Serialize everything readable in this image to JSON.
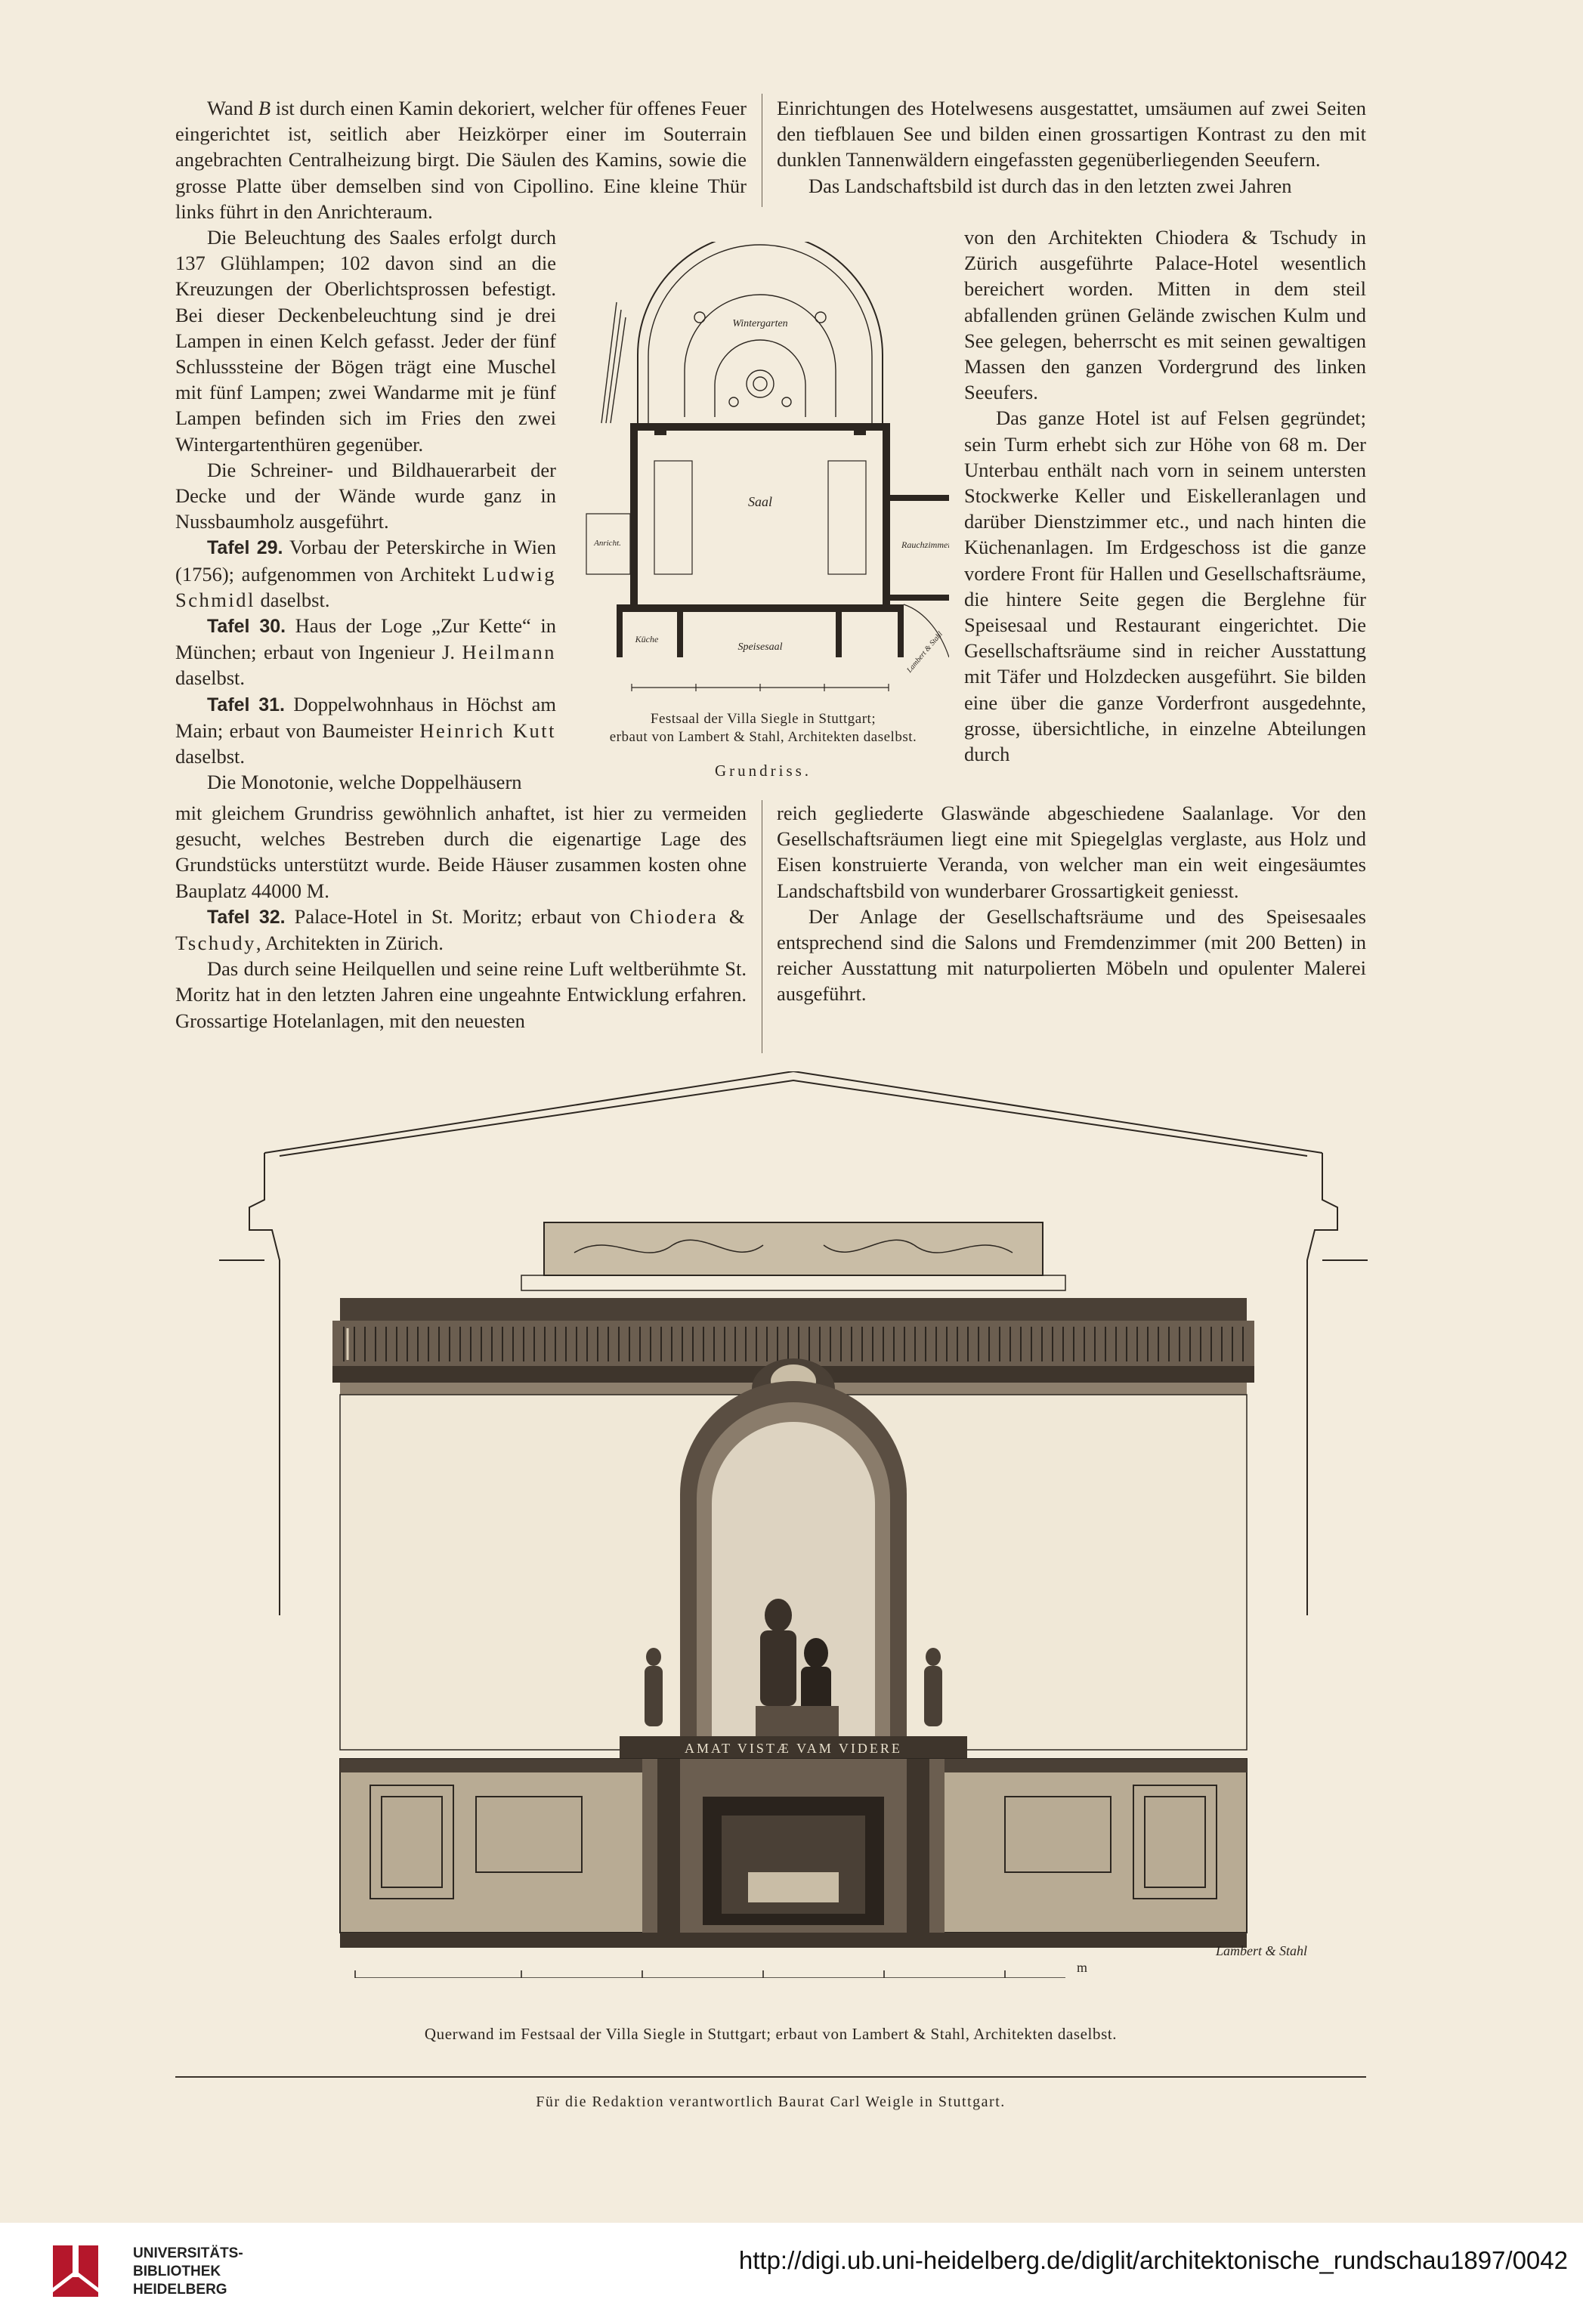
{
  "columns": {
    "left_top": [
      "Wand B ist durch einen Kamin dekoriert, welcher für offenes Feuer eingerichtet ist, seitlich aber Heizkörper einer im Souterrain angebrachten Centralheizung birgt. Die Säulen des Kamins, sowie die grosse Platte über demselben sind von Cipollino. Eine kleine Thür links führt in den Anrichteraum."
    ],
    "left_mid": {
      "p1": "Die Beleuchtung des Saales erfolgt durch 137 Glühlampen; 102 davon sind an die Kreuzungen der Oberlichtsprossen befestigt. Bei dieser Deckenbeleuchtung sind je drei Lampen in einen Kelch gefasst. Jeder der fünf Schlusssteine der Bögen trägt eine Muschel mit fünf Lampen; zwei Wandarme mit je fünf Lampen befinden sich im Fries den zwei Wintergartenthüren gegenüber.",
      "p2": "Die Schreiner- und Bildhauerarbeit der Decke und der Wände wurde ganz in Nussbaumholz ausgeführt.",
      "t29_label": "Tafel 29.",
      "t29_text": " Vorbau der Peterskirche in Wien (1756); aufgenommen von Architekt ",
      "t29_name": "Ludwig Schmidl",
      "t29_end": " daselbst.",
      "t30_label": "Tafel 30.",
      "t30_text": " Haus der Loge „Zur Kette“ in München; erbaut von Ingenieur J. ",
      "t30_name": "Heilmann",
      "t30_end": " daselbst.",
      "t31_label": "Tafel 31.",
      "t31_text": " Doppelwohnhaus in Höchst am Main; erbaut von Baumeister ",
      "t31_name": "Heinrich Kutt",
      "t31_end": " daselbst.",
      "p3": "Die Monotonie, welche Doppelhäusern"
    },
    "left_bot": {
      "p1": "mit gleichem Grundriss gewöhnlich anhaftet, ist hier zu vermeiden gesucht, welches Bestreben durch die eigenartige Lage des Grundstücks unterstützt wurde. Beide Häuser zusammen kosten ohne Bauplatz 44000 M.",
      "t32_label": "Tafel 32.",
      "t32_text": " Palace-Hotel in St. Moritz; erbaut von ",
      "t32_name": "Chiodera & Tschudy",
      "t32_end": ", Architekten in Zürich.",
      "p2": "Das durch seine Heilquellen und seine reine Luft weltberühmte St. Moritz hat in den letzten Jahren eine ungeahnte Entwicklung erfahren. Grossartige Hotelanlagen, mit den neuesten"
    },
    "right_top": {
      "p1": "Einrichtungen des Hotelwesens ausgestattet, umsäumen auf zwei Seiten den tiefblauen See und bilden einen grossartigen Kontrast zu den mit dunklen Tannenwäldern eingefassten gegenüberliegenden Seeufern.",
      "p2": "Das Landschaftsbild ist durch das in den letzten zwei Jahren"
    },
    "right_mid": {
      "p1": "von den Architekten Chiodera & Tschudy in Zürich ausgeführte Palace-Hotel wesentlich bereichert worden. Mitten in dem steil abfallenden grünen Gelände zwischen Kulm und See gelegen, beherrscht es mit seinen gewaltigen Massen den ganzen Vordergrund des linken Seeufers.",
      "p2": "Das ganze Hotel ist auf Felsen gegründet; sein Turm erhebt sich zur Höhe von 68 m. Der Unterbau enthält nach vorn in seinem untersten Stockwerke Keller und Eiskelleranlagen und darüber Dienstzimmer etc., und nach hinten die Küchenanlagen. Im Erdgeschoss ist die ganze vordere Front für Hallen und Gesellschaftsräume, die hintere Seite gegen die Berglehne für Speisesaal und Restaurant eingerichtet. Die Gesellschaftsräume sind in reicher Ausstattung mit Täfer und Holzdecken ausgeführt. Sie bilden eine über die ganze Vorderfront ausgedehnte, grosse, übersichtliche, in einzelne Abteilungen durch"
    },
    "right_bot": {
      "p1": "reich gegliederte Glaswände abgeschiedene Saalanlage. Vor den Gesellschaftsräumen liegt eine mit Spiegelglas verglaste, aus Holz und Eisen konstruierte Veranda, von welcher man ein weit eingesäumtes Landschaftsbild von wunderbarer Grossartigkeit geniesst.",
      "p2": "Der Anlage der Gesellschaftsräume und des Speisesaales entsprechend sind die Salons und Fremdenzimmer (mit 200 Betten) in reicher Ausstattung mit naturpolierten Möbeln und opulenter Malerei ausgeführt."
    }
  },
  "plan": {
    "caption_line1": "Festsaal der Villa Siegle in Stuttgart;",
    "caption_line2": "erbaut von Lambert & Stahl, Architekten daselbst.",
    "title": "Grundriss.",
    "room_saal": "Saal",
    "room_wintergarten": "Wintergarten",
    "room_speisesaal": "Speisesaal",
    "room_rauchzimmer": "Rauchzimmer",
    "room_kueche": "Küche",
    "room_anrichte": "Anricht.",
    "room_lambert": "Lambert & Stahl"
  },
  "elevation": {
    "caption": "Querwand im Festsaal der Villa Siegle in Stuttgart; erbaut von Lambert & Stahl, Architekten daselbst.",
    "mantel_inscription": "AMAT VISTÆ VAM VIDERE",
    "signature": "Lambert & Stahl",
    "scale_unit": "m"
  },
  "footer": "Für die Redaktion verantwortlich Baurat Carl Weigle in Stuttgart.",
  "library": {
    "line1": "UNIVERSITÄTS-",
    "line2": "BIBLIOTHEK",
    "line3": "HEIDELBERG",
    "url": "http://digi.ub.uni-heidelberg.de/diglit/architektonische_rundschau1897/0042"
  },
  "colors": {
    "paper": "#f3ecdd",
    "ink": "#2c2620",
    "library_red": "#b5172b"
  }
}
